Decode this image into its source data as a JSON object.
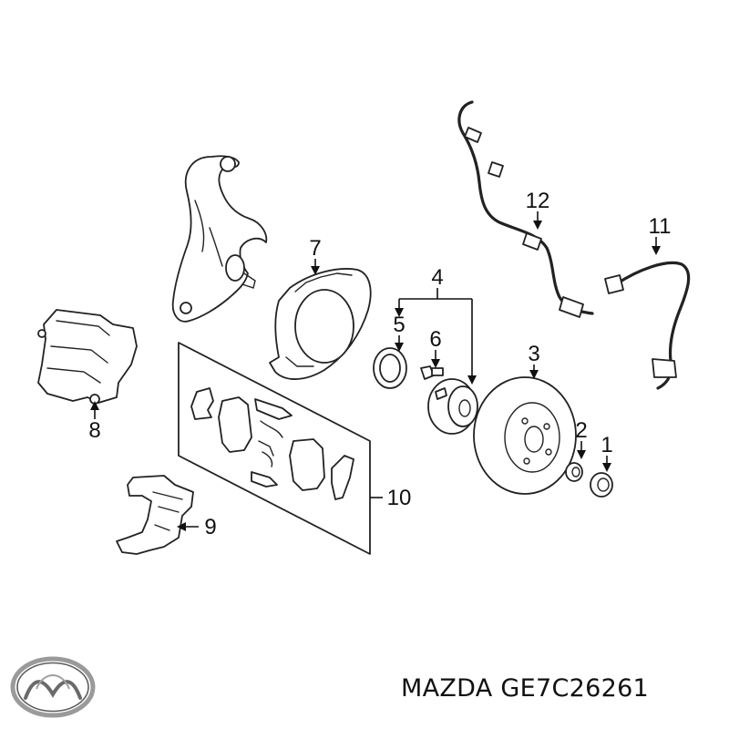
{
  "caption": {
    "part_number": "MAZDA GE7C26261"
  },
  "callouts": [
    {
      "id": "c1",
      "text": "1"
    },
    {
      "id": "c2",
      "text": "2"
    },
    {
      "id": "c3",
      "text": "3"
    },
    {
      "id": "c4",
      "text": "4"
    },
    {
      "id": "c5",
      "text": "5"
    },
    {
      "id": "c6",
      "text": "6"
    },
    {
      "id": "c7",
      "text": "7"
    },
    {
      "id": "c8",
      "text": "8"
    },
    {
      "id": "c9",
      "text": "9"
    },
    {
      "id": "c10",
      "text": "10"
    },
    {
      "id": "c11",
      "text": "11"
    },
    {
      "id": "c12",
      "text": "12"
    }
  ],
  "logo": {
    "name": "mazda-logo"
  },
  "colors": {
    "ink": "#111111",
    "background": "#ffffff"
  }
}
